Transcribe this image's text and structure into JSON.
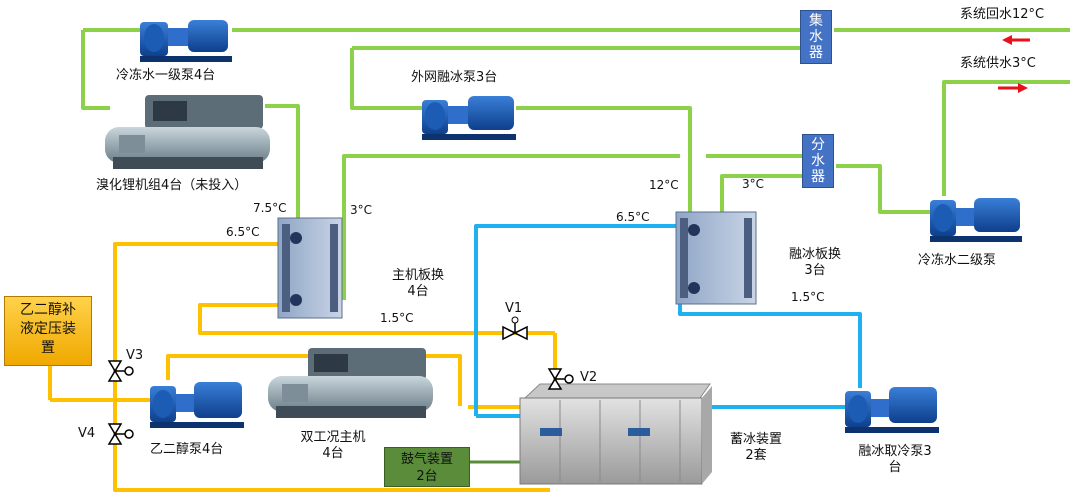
{
  "labels": {
    "primary_chw_pump": "冷冻水一级泵4台",
    "lithium_bromide_units": "溴化锂机组4台（未投入）",
    "external_melt_pump": "外网融冰泵3台",
    "main_hx": "主机板换",
    "main_hx_count": "4台",
    "melt_hx": "融冰板换",
    "melt_hx_count": "3台",
    "secondary_chw_pump": "冷冻水二级泵",
    "glycol_makeup_line1": "乙二醇补",
    "glycol_makeup_line2": "液定压装",
    "glycol_makeup_line3": "置",
    "glycol_pump": "乙二醇泵4台",
    "dual_chiller": "双工况主机",
    "dual_chiller_count": "4台",
    "aeration_line1": "鼓气装置",
    "aeration_line2": "2台",
    "ice_storage": "蓄冰装置",
    "ice_storage_count": "2套",
    "ice_melt_pump": "融冰取冷泵3",
    "ice_melt_pump_count": "台",
    "system_return": "系统回水12°C",
    "system_supply": "系统供水3°C"
  },
  "headers": {
    "collector": [
      "集",
      "水",
      "器"
    ],
    "distributor": [
      "分",
      "水",
      "器"
    ]
  },
  "temps": {
    "t_7_5": "7.5°C",
    "t_3_main": "3°C",
    "t_6_5_main": "6.5°C",
    "t_1_5_main": "1.5°C",
    "t_12": "12°C",
    "t_3_melt": "3°C",
    "t_6_5_melt": "6.5°C",
    "t_1_5_melt": "1.5°C"
  },
  "valves": {
    "v1": "V1",
    "v2": "V2",
    "v3": "V3",
    "v4": "V4"
  },
  "colors": {
    "chilled_water_pipe": "#8dd14a",
    "glycol_pipe": "#ffc000",
    "melt_loop_pipe": "#1fb0f0",
    "header_box": "#4472c4",
    "arrow": "#e8101b",
    "makeup_box": "#f5b400",
    "aeration_box": "#5a8c3a"
  }
}
